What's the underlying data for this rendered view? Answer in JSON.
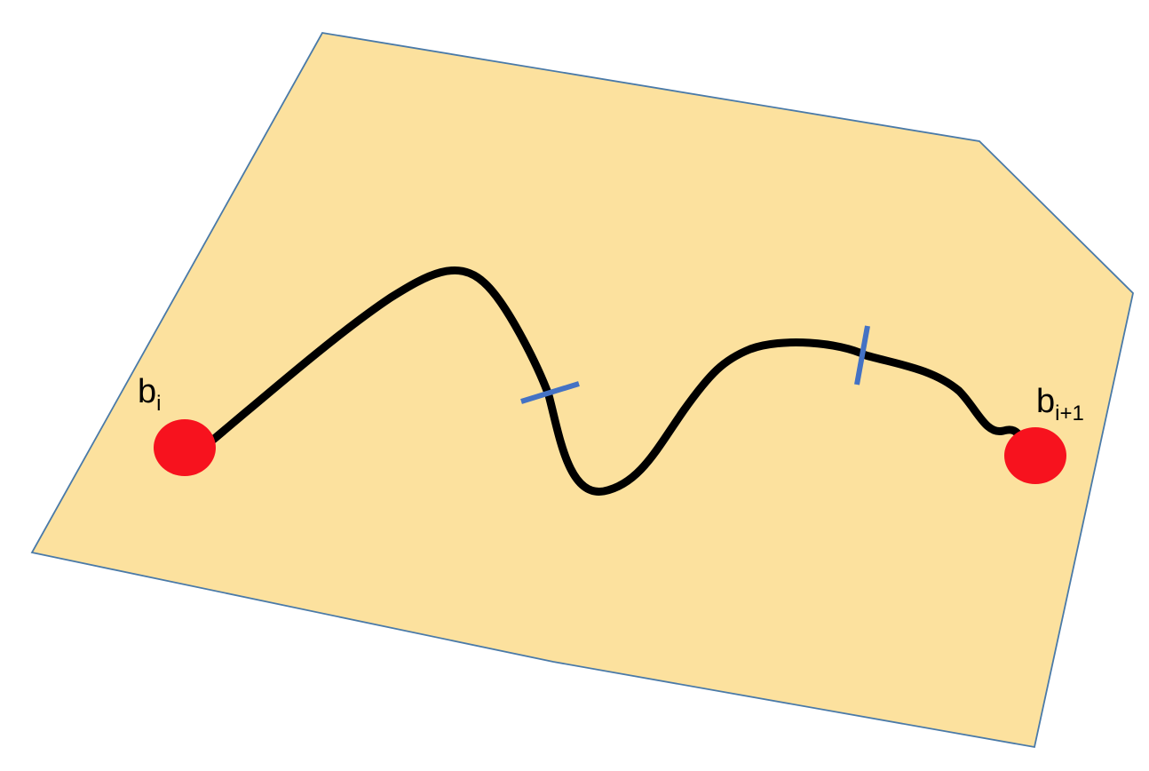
{
  "colors": {
    "region_fill": "#fce19e",
    "region_stroke": "#4a7aa8",
    "path_stroke": "#000000",
    "endpoint_fill": "#f7121e",
    "tick_stroke": "#4472c4"
  },
  "labels": {
    "start": {
      "base": "b",
      "subscript": "i"
    },
    "end": {
      "base": "b",
      "subscript": "i+1"
    }
  }
}
